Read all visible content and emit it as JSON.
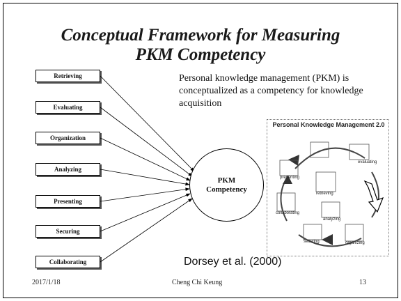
{
  "slide": {
    "title_line1": "Conceptual Framework for Measuring",
    "title_line2": "PKM Competency",
    "description": "Personal knowledge management (PKM) is conceptualized as a competency for knowledge acquisition",
    "boxes": [
      "Retrieving",
      "Evaluating",
      "Organization",
      "Analyzing",
      "Presenting",
      "Securing",
      "Collaborating"
    ],
    "center_line1": "PKM",
    "center_line2": "Competency",
    "citation": "Dorsey et al. (2000)",
    "footer_date": "2017/1/18",
    "footer_author": "Cheng Chi Keung",
    "footer_page": "13"
  },
  "pkm_image": {
    "title": "Personal Knowledge Management 2.0",
    "steps": [
      "presenting",
      "retrieving",
      "analyzing",
      "evaluating",
      "organizing",
      "collaborating",
      "securing"
    ]
  }
}
